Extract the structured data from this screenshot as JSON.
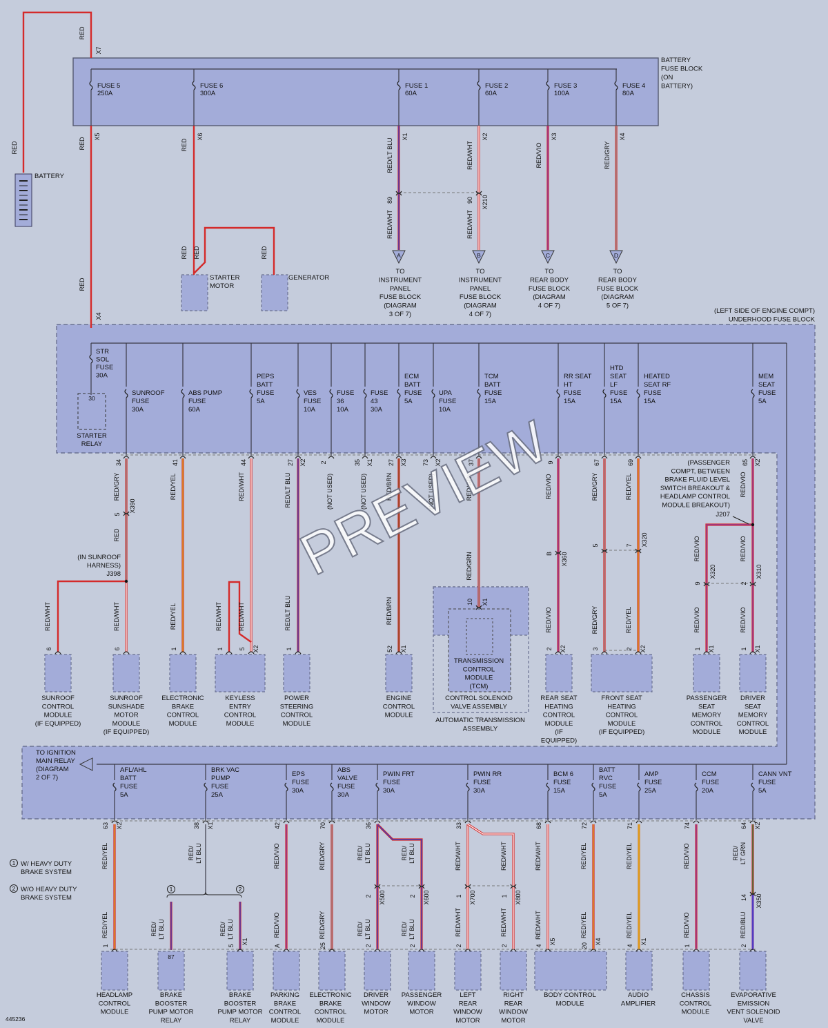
{
  "doc_id": "445236",
  "watermark": "PREVIEW",
  "colors": {
    "red": "#d42a2a",
    "orange": "#dc7d1e",
    "purple": "#8b3aa8",
    "green": "#1e8c3c",
    "blue": "#2a3fd2",
    "box_fill": "#a3acd9",
    "box_stroke": "#6b7191"
  },
  "battery": {
    "label": "BATTERY",
    "wire_color": "RED"
  },
  "battery_fuse_block": {
    "label_lines": [
      "BATTERY",
      "FUSE BLOCK",
      "(ON",
      "BATTERY)"
    ],
    "input_pin": "X7",
    "fuses": [
      {
        "l1": "FUSE 5",
        "l2": "250A",
        "out_pin": "X5",
        "wire": "RED"
      },
      {
        "l1": "FUSE 6",
        "l2": "300A",
        "out_pin": "X6",
        "wire": "RED"
      },
      {
        "l1": "FUSE 1",
        "l2": "60A",
        "out_pin": "X1",
        "wire": "RED/LT BLU"
      },
      {
        "l1": "FUSE 2",
        "l2": "60A",
        "out_pin": "X2",
        "wire": "RED/WHT"
      },
      {
        "l1": "FUSE 3",
        "l2": "100A",
        "out_pin": "X3",
        "wire": "RED/VIO"
      },
      {
        "l1": "FUSE 4",
        "l2": "80A",
        "out_pin": "X4",
        "wire": "RED/GRY"
      }
    ]
  },
  "top_destinations": [
    {
      "letter": "A",
      "pin": "89",
      "conn": "",
      "wire": "RED/WHT",
      "lines": [
        "TO",
        "INSTRUMENT",
        "PANEL",
        "FUSE BLOCK",
        "(DIAGRAM",
        "3 OF 7)"
      ]
    },
    {
      "letter": "B",
      "pin": "90",
      "conn": "X210",
      "wire": "RED/WHT",
      "lines": [
        "TO",
        "INSTRUMENT",
        "PANEL",
        "FUSE BLOCK",
        "(DIAGRAM",
        "4 OF 7)"
      ]
    },
    {
      "letter": "C",
      "pin": "",
      "conn": "",
      "wire": "",
      "lines": [
        "TO",
        "REAR BODY",
        "FUSE BLOCK",
        "(DIAGRAM",
        "4 OF 7)"
      ]
    },
    {
      "letter": "D",
      "pin": "",
      "conn": "",
      "wire": "",
      "lines": [
        "TO",
        "REAR BODY",
        "FUSE BLOCK",
        "(DIAGRAM",
        "5 OF 7)"
      ]
    }
  ],
  "starter_motor": {
    "label_lines": [
      "STARTER",
      "MOTOR"
    ],
    "wire": "RED"
  },
  "generator": {
    "label": "GENERATOR",
    "wire": "RED"
  },
  "underhood_block": {
    "label_lines": [
      "(LEFT SIDE OF ENGINE COMPT)",
      "UNDERHOOD FUSE BLOCK"
    ],
    "input_pin": "X4",
    "input_wire": "RED",
    "starter_relay": {
      "fuse_lines": [
        "STR",
        "SOL",
        "FUSE",
        "30A"
      ],
      "pin": "30",
      "label_lines": [
        "STARTER",
        "RELAY"
      ]
    },
    "ignition_ref": [
      "TO IGNITION",
      "MAIN RELAY",
      "(DIAGRAM",
      "2 OF 7)"
    ]
  },
  "upper_fuses": [
    {
      "lines": [
        "SUNROOF",
        "FUSE",
        "30A"
      ],
      "pin": "34",
      "conn": ""
    },
    {
      "lines": [
        "ABS PUMP",
        "FUSE",
        "60A"
      ],
      "pin": "41",
      "conn": ""
    },
    {
      "lines": [
        "PEPS",
        "BATT",
        "FUSE",
        "5A"
      ],
      "pin": "44",
      "conn": ""
    },
    {
      "lines": [
        "VES",
        "FUSE",
        "10A"
      ],
      "pin": "27",
      "conn": "X2"
    },
    {
      "lines": [
        "FUSE",
        "36",
        "10A"
      ],
      "pin": "2",
      "conn": ""
    },
    {
      "lines": [
        "FUSE",
        "43",
        "30A"
      ],
      "pin": "35",
      "conn": "X1"
    },
    {
      "lines": [
        "ECM",
        "BATT",
        "FUSE",
        "5A"
      ],
      "pin": "27",
      "conn": "X3"
    },
    {
      "lines": [
        "UPA",
        "FUSE",
        "10A"
      ],
      "pin": "73",
      "conn": "X2"
    },
    {
      "lines": [
        "TCM",
        "BATT",
        "FUSE",
        "15A"
      ],
      "pin": "37",
      "conn": ""
    },
    {
      "lines": [
        "RR SEAT",
        "HT",
        "FUSE",
        "15A"
      ],
      "pin": "9",
      "conn": ""
    },
    {
      "lines": [
        "HTD",
        "SEAT",
        "LF",
        "FUSE",
        "15A"
      ],
      "pin": "67",
      "conn": ""
    },
    {
      "lines": [
        "HEATED",
        "SEAT RF",
        "FUSE",
        "15A"
      ],
      "pin": "69",
      "conn": ""
    },
    {
      "lines": [
        "MEM",
        "SEAT",
        "FUSE",
        "5A"
      ],
      "pin": "65",
      "conn": "X2"
    }
  ],
  "upper_wires": {
    "sunroof_top": "RED/GRY",
    "sunroof_conn_pin": "5",
    "sunroof_conn": "X390",
    "sunroof_lower": "RED",
    "sunroof_splice_lines": [
      "(IN SUNROOF",
      "HARNESS)",
      "J398"
    ],
    "abs": "RED/YEL",
    "peps": "RED/WHT",
    "ves": "RED/LT BLU",
    "fuse36": "(NOT USED)",
    "fuse43": "(NOT USED)",
    "ecm": "RED/BRN",
    "upa": "(NOT USED)",
    "tcm_top": "RED/GRY",
    "tcm_lower": "RED/GRN",
    "rrseat": "RED/VIO",
    "rrseat_conn_pin": "B",
    "rrseat_conn": "X360",
    "lfseat": "RED/GRY",
    "lfseat_conn_pin": "5",
    "rfseat": "RED/YEL",
    "rfseat_conn_pin": "7",
    "seat_conn": "X320",
    "mem": "RED/VIO",
    "mem_splice": "J207",
    "mem_note": [
      "(PASSENGER",
      "COMPT, BETWEEN",
      "BRAKE FLUID LEVEL",
      "SWITCH BREAKOUT &",
      "HEADLAMP CONTROL",
      "MODULE BREAKOUT)"
    ],
    "pass_mem_pin": "9",
    "pass_mem_conn": "X320",
    "drv_mem_pin": "2",
    "drv_mem_conn": "X310"
  },
  "upper_modules": [
    {
      "key": "sunroof_ctrl",
      "wire": "RED/WHT",
      "pin": "6",
      "conn": "",
      "lines": [
        "SUNROOF",
        "CONTROL",
        "MODULE",
        "(IF EQUIPPED)"
      ]
    },
    {
      "key": "sunshade",
      "wire": "RED/WHT",
      "pin": "6",
      "conn": "",
      "lines": [
        "SUNROOF",
        "SUNSHADE",
        "MOTOR",
        "MODULE",
        "(IF EQUIPPED)"
      ]
    },
    {
      "key": "ebcm",
      "wire": "RED/YEL",
      "pin": "1",
      "conn": "",
      "lines": [
        "ELECTRONIC",
        "BRAKE",
        "CONTROL",
        "MODULE"
      ]
    },
    {
      "key": "keyless",
      "wire": "RED/WHT",
      "wire2": "RED/WHT",
      "pin": "1",
      "pin2": "5",
      "conn": "X2",
      "lines": [
        "KEYLESS",
        "ENTRY",
        "CONTROL",
        "MODULE"
      ]
    },
    {
      "key": "pscm",
      "wire": "RED/LT BLU",
      "pin": "1",
      "conn": "",
      "lines": [
        "POWER",
        "STEERING",
        "CONTROL",
        "MODULE"
      ]
    },
    {
      "key": "ecm",
      "wire": "RED/BRN",
      "pin": "52",
      "conn": "X1",
      "lines": [
        "ENGINE",
        "CONTROL",
        "MODULE"
      ]
    },
    {
      "key": "tcm",
      "wire": "",
      "pin": "10",
      "conn": "X1",
      "lines": [
        "TRANSMISSION",
        "CONTROL",
        "MODULE",
        "(TCM)"
      ],
      "sub_lines": [
        "CONTROL SOLENOID",
        "VALVE ASSEMBLY"
      ],
      "outer_lines": [
        "AUTOMATIC TRANSMISSION",
        "ASSEMBLY"
      ]
    },
    {
      "key": "rrseat",
      "wire": "RED/VIO",
      "pin": "2",
      "conn": "X2",
      "lines": [
        "REAR SEAT",
        "HEATING",
        "CONTROL",
        "MODULE",
        "(IF",
        "EQUIPPED)"
      ]
    },
    {
      "key": "frseat",
      "wire": "RED/GRY",
      "wire2": "RED/YEL",
      "pin": "3",
      "pin2": "2",
      "conn": "X2",
      "lines": [
        "FRONT SEAT",
        "HEATING",
        "CONTROL",
        "MODULE",
        "(IF EQUIPPED)"
      ]
    },
    {
      "key": "passmem",
      "wire": "RED/VIO",
      "pin": "1",
      "conn": "X1",
      "lines": [
        "PASSENGER",
        "SEAT",
        "MEMORY",
        "CONTROL",
        "MODULE"
      ]
    },
    {
      "key": "drvmem",
      "wire": "RED/VIO",
      "pin": "1",
      "conn": "X1",
      "lines": [
        "DRIVER",
        "SEAT",
        "MEMORY",
        "CONTROL",
        "MODULE"
      ]
    }
  ],
  "lower_fuses": [
    {
      "lines": [
        "AFL/AHL",
        "BATT",
        "FUSE",
        "5A"
      ],
      "pin": "63",
      "conn": "X2",
      "wire": "RED/YEL"
    },
    {
      "lines": [
        "BRK VAC",
        "PUMP",
        "FUSE",
        "25A"
      ],
      "pin": "38",
      "conn": "X1",
      "wire": "RED/ LT BLU"
    },
    {
      "lines": [
        "EPS",
        "FUSE",
        "30A"
      ],
      "pin": "42",
      "conn": "",
      "wire": "RED/VIO"
    },
    {
      "lines": [
        "ABS",
        "VALVE",
        "FUSE",
        "30A"
      ],
      "pin": "70",
      "conn": "",
      "wire": "RED/GRY"
    },
    {
      "lines": [
        "PWIN FRT",
        "FUSE",
        "30A"
      ],
      "pin": "36",
      "conn": "",
      "wire": "RED/ LT BLU"
    },
    {
      "lines": [
        "PWIN RR",
        "FUSE",
        "30A"
      ],
      "pin": "33",
      "conn": "",
      "wire": "RED/WHT"
    },
    {
      "lines": [
        "BCM 6",
        "FUSE",
        "15A"
      ],
      "pin": "68",
      "conn": "",
      "wire": "RED/WHT"
    },
    {
      "lines": [
        "BATT",
        "RVC",
        "FUSE",
        "5A"
      ],
      "pin": "72",
      "conn": "",
      "wire": "RED/YEL"
    },
    {
      "lines": [
        "AMP",
        "FUSE",
        "25A"
      ],
      "pin": "71",
      "conn": "",
      "wire": "RED/YEL"
    },
    {
      "lines": [
        "CCM",
        "FUSE",
        "20A"
      ],
      "pin": "74",
      "conn": "",
      "wire": "RED/VIO"
    },
    {
      "lines": [
        "CANN VNT",
        "FUSE",
        "5A"
      ],
      "pin": "64",
      "conn": "X2",
      "wire": "RED/ LT GRN"
    }
  ],
  "legend": [
    {
      "num": "1",
      "lines": [
        "W/ HEAVY DUTY",
        "BRAKE SYSTEM"
      ]
    },
    {
      "num": "2",
      "lines": [
        "W/O HEAVY DUTY",
        "BRAKE SYSTEM"
      ]
    }
  ],
  "lower_modules": [
    {
      "wire": "RED/YEL",
      "pin": "1",
      "conn": "",
      "lines": [
        "HEADLAMP",
        "CONTROL",
        "MODULE"
      ]
    },
    {
      "wire": "RED/ LT BLU",
      "pin": "87",
      "conn": "",
      "lines": [
        "BRAKE",
        "BOOSTER",
        "PUMP MOTOR",
        "RELAY"
      ]
    },
    {
      "wire": "RED/ LT BLU",
      "pin": "5",
      "conn": "X1",
      "lines": [
        "BRAKE",
        "BOOSTER",
        "PUMP MOTOR",
        "RELAY"
      ]
    },
    {
      "wire": "RED/VIO",
      "pin": "A",
      "conn": "",
      "lines": [
        "PARKING",
        "BRAKE",
        "CONTROL",
        "MODULE"
      ]
    },
    {
      "wire": "RED/GRY",
      "pin": "25",
      "conn": "",
      "lines": [
        "ELECTRONIC",
        "BRAKE",
        "CONTROL",
        "MODULE"
      ]
    },
    {
      "wire": "RED/ LT BLU",
      "pin": "2",
      "conn": "",
      "mid_pin": "2",
      "mid_conn": "X500",
      "lines": [
        "DRIVER",
        "WINDOW",
        "MOTOR"
      ]
    },
    {
      "wire": "RED/ LT BLU",
      "pin": "2",
      "conn": "",
      "mid_pin": "2",
      "mid_conn": "X600",
      "lines": [
        "PASSENGER",
        "WINDOW",
        "MOTOR"
      ]
    },
    {
      "wire": "RED/WHT",
      "pin": "2",
      "conn": "",
      "mid_pin": "1",
      "mid_conn": "X700",
      "lines": [
        "LEFT",
        "REAR",
        "WINDOW",
        "MOTOR"
      ]
    },
    {
      "wire": "RED/WHT",
      "pin": "2",
      "conn": "",
      "mid_pin": "1",
      "mid_conn": "X800",
      "lines": [
        "RIGHT",
        "REAR",
        "WINDOW",
        "MOTOR"
      ]
    },
    {
      "wire": "RED/WHT",
      "pin": "4",
      "conn": "X5",
      "wire2": "RED/YEL",
      "pin2": "20",
      "conn2": "X4",
      "lines": [
        "BODY CONTROL",
        "MODULE"
      ]
    },
    {
      "wire": "RED/YEL",
      "pin": "4",
      "conn": "X1",
      "lines": [
        "AUDIO",
        "AMPLIFIER"
      ]
    },
    {
      "wire": "RED/VIO",
      "pin": "1",
      "conn": "",
      "lines": [
        "CHASSIS",
        "CONTROL",
        "MODULE"
      ]
    },
    {
      "wire": "RED/BLU",
      "pin": "2",
      "conn": "",
      "mid_pin": "14",
      "mid_conn": "X350",
      "lines": [
        "EVAPORATIVE",
        "EMISSION",
        "VENT SOLENOID",
        "VALVE"
      ]
    }
  ]
}
